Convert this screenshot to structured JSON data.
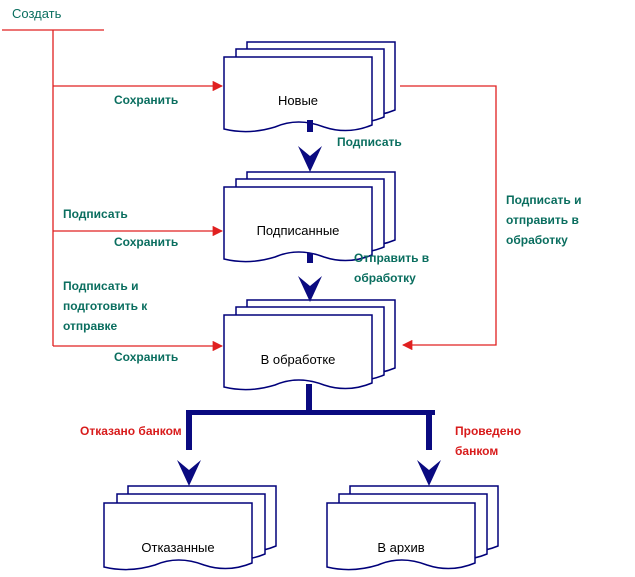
{
  "colors": {
    "line_red": "#e02020",
    "arrow_navy": "#0a0a80",
    "doc_border": "#00007a",
    "label_teal": "#0a6e5f",
    "label_red": "#d81b1b"
  },
  "start": {
    "label": "Создать"
  },
  "states": {
    "new": "Новые",
    "signed": "Подписанные",
    "processing": "В обработке",
    "rejected": "Отказанные",
    "archive": "В архив"
  },
  "transitions": {
    "save_new": "Сохранить",
    "sign": "Подписать",
    "sign_left": "Подписать",
    "save_signed": "Сохранить",
    "sign_send_line1": "Подписать и",
    "sign_send_line2": "отправить в",
    "sign_send_line3": "обработку",
    "send_line1": "Отправить в",
    "send_line2": "обработку",
    "sign_prepare_line1": "Подписать и",
    "sign_prepare_line2": "подготовить к",
    "sign_prepare_line3": "отправке",
    "save_processing": "Сохранить",
    "rejected_by_bank": "Отказано банком",
    "processed_line1": "Проведено",
    "processed_line2": "банком"
  }
}
